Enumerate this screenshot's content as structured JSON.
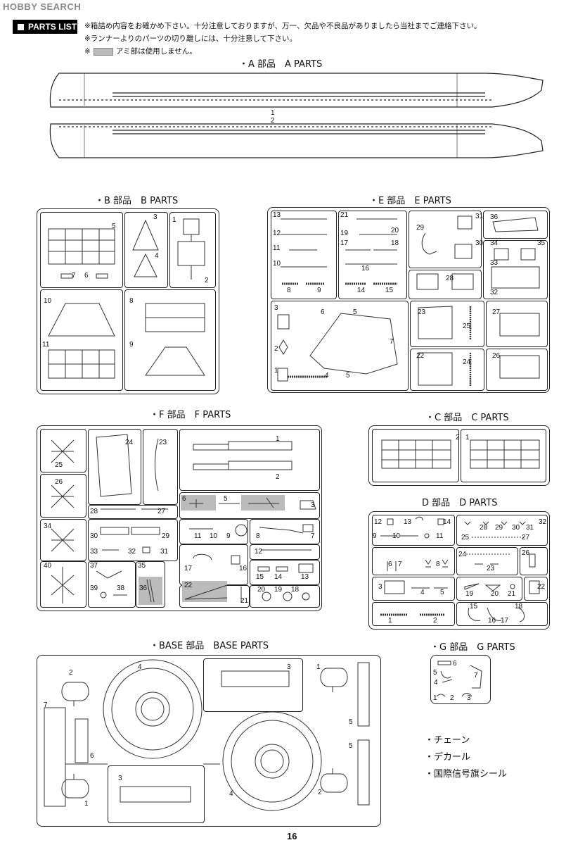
{
  "watermark": "HOBBY SEARCH",
  "header": {
    "title": "PARTS LIST",
    "notes": [
      "※箱詰め内容をお確かめ下さい。十分注意しておりますが、万一、欠品や不良品がありましたら当社までご連絡下さい。",
      "※ランナーよりのパーツの切り離しには、十分注意して下さい。",
      "※",
      "アミ部は使用しません。"
    ]
  },
  "sections": {
    "a": "・A 部品　A PARTS",
    "b": "・B 部品　B PARTS",
    "e": "・E 部品　E PARTS",
    "f": "・F 部品　F PARTS",
    "c": "・C 部品　C PARTS",
    "d": "D 部品　D PARTS",
    "base": "・BASE 部品　BASE PARTS",
    "g": "・G 部品　G PARTS"
  },
  "labels": {
    "a": [
      "1",
      "2"
    ],
    "b": [
      "5",
      "7",
      "6",
      "3",
      "4",
      "1",
      "2",
      "10",
      "11",
      "8",
      "9"
    ],
    "e": [
      "13",
      "12",
      "11",
      "10",
      "8",
      "9",
      "21",
      "19",
      "20",
      "17",
      "18",
      "16",
      "14",
      "15",
      "31",
      "29",
      "30",
      "28",
      "36",
      "34",
      "35",
      "33",
      "32",
      "3",
      "6",
      "5",
      "7",
      "2",
      "1",
      "4",
      "5",
      "23",
      "25",
      "22",
      "24",
      "27",
      "26"
    ],
    "f": [
      "25",
      "26",
      "24",
      "23",
      "1",
      "2",
      "28",
      "27",
      "6",
      "5",
      "3",
      "34",
      "30",
      "29",
      "33",
      "32",
      "31",
      "11",
      "10",
      "9",
      "8",
      "7",
      "12",
      "17",
      "16",
      "15",
      "14",
      "13",
      "40",
      "37",
      "35",
      "39",
      "38",
      "36",
      "22",
      "21",
      "20",
      "19",
      "18"
    ],
    "c": [
      "2",
      "1"
    ],
    "d": [
      "12",
      "13",
      "14",
      "9",
      "10",
      "11",
      "6",
      "7",
      "8",
      "3",
      "4",
      "5",
      "1",
      "2",
      "28",
      "29",
      "30",
      "31",
      "32",
      "25",
      "27",
      "24",
      "23",
      "26",
      "19",
      "20",
      "21",
      "22",
      "15",
      "16",
      "17",
      "18"
    ],
    "base": [
      "2",
      "4",
      "3",
      "7",
      "6",
      "1",
      "3",
      "4",
      "1",
      "5",
      "5",
      "2"
    ],
    "g": [
      "6",
      "5",
      "4",
      "7",
      "1",
      "2",
      "3"
    ]
  },
  "extras": [
    "・チェーン",
    "・デカール",
    "・国際信号旗シール"
  ],
  "page_number": "16"
}
